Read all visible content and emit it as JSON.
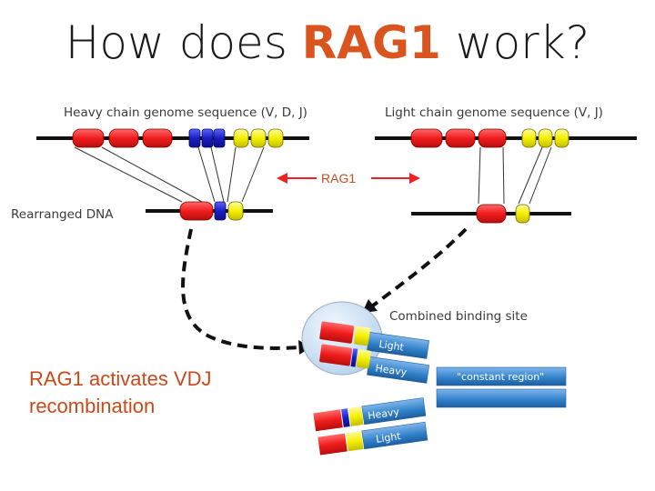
{
  "slide": {
    "title_prefix": "How does ",
    "title_highlight": "RAG1",
    "title_suffix": " work?",
    "caption": "RAG1 activates VDJ recombination"
  },
  "diagram": {
    "heavy_chain_label": "Heavy chain genome sequence (V, D, J)",
    "light_chain_label": "Light chain genome sequence (V, J)",
    "rag1_label": "RAG1",
    "rearranged_label": "Rearranged DNA",
    "combined_site_label": "Combined binding site",
    "light_label": "Light",
    "heavy_label": "Heavy",
    "constant_region_label": "\"constant region\"",
    "colors": {
      "v_segment": "#f01c1c",
      "d_segment": "#1a1fbe",
      "j_segment": "#f4f000",
      "chain_bar": "#2f7fc8",
      "accent": "#d9541e"
    }
  }
}
